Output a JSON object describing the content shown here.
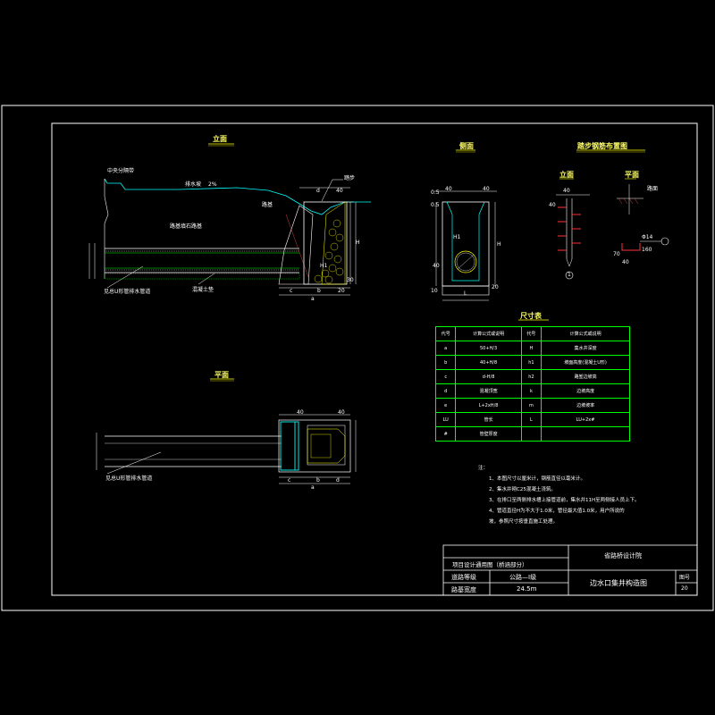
{
  "views": {
    "front": "立面",
    "side": "侧面",
    "plan": "平面",
    "steps_detail": "踏步钢筋布置图",
    "steps_front": "立面",
    "steps_plan": "平面",
    "dimension_table": "尺寸表"
  },
  "front_labels": {
    "center_line": "中央分隔带",
    "slope": "排水坡",
    "pct": "2%",
    "embank": "路基",
    "median_fill": "路基填石路基",
    "pipe": "见总U形管排水管道",
    "bed": "混凝土垫",
    "step": "踏步",
    "d": "d",
    "h": "H",
    "h1": "H1",
    "c": "c",
    "b": "b",
    "a": "a",
    "dim40": "40",
    "dim20": "20",
    "dim30": "30"
  },
  "side_labels": {
    "d40a": "40",
    "d40b": "40",
    "d05a": "0.5",
    "d05b": "0.5",
    "h": "H",
    "h1": "H1",
    "l": "L",
    "d40c": "40",
    "d20": "20",
    "d10": "10"
  },
  "steps_labels": {
    "d40a": "40",
    "d40b": "40",
    "d40c": "40",
    "bar": "Φ14",
    "d160": "160",
    "d70": "70",
    "mark": "1",
    "pavement": "路面"
  },
  "plan_labels": {
    "pipe": "见总U形管排水管道",
    "d40": "40",
    "d40b": "40",
    "a": "a",
    "b": "b",
    "c": "c",
    "d": "d"
  },
  "table": {
    "header": [
      "代号",
      "计算公式或说明",
      "代号",
      "计算公式或说明"
    ],
    "rows": [
      [
        "a",
        "50+H/3",
        "H",
        "集水井深度"
      ],
      [
        "b",
        "40+H/8",
        "h1",
        "坡面高度(混凝土U形)"
      ],
      [
        "c",
        "d-H/8",
        "h2",
        "路堑边坡高"
      ],
      [
        "d",
        "混凝顶宽",
        "k",
        "边坡高度"
      ],
      [
        "e",
        "L+2xH/8",
        "m",
        "边坡坡率"
      ],
      [
        "LU",
        "管长",
        "L",
        "LU+2x#"
      ],
      [
        "#",
        "管壁厚度",
        "",
        ""
      ]
    ]
  },
  "notes": {
    "title": "注：",
    "items": [
      "1、本图尺寸以厘米计，钢筋直径以毫米计。",
      "2、集水井砌C25混凝土浇筑。",
      "3、在排口至两侧排水槽上接管道前，集水井11H至两侧接人员上下。",
      "4、管道直径H为不大于1.0米，管径最大值1.0米，用户所说的",
      "   坡，参照尺寸按垂直施工处理。"
    ]
  },
  "title_block": {
    "project": "项目设计通用图（桥涵部分）",
    "org": "省路桥设计院",
    "road_class_label": "道路等级",
    "road_class": "公路—Ⅰ级",
    "width_label": "路基宽度",
    "width": "24.5m",
    "drawing_title": "边水口集井构造图",
    "sheet_label": "图号",
    "sheet_no": "20"
  }
}
